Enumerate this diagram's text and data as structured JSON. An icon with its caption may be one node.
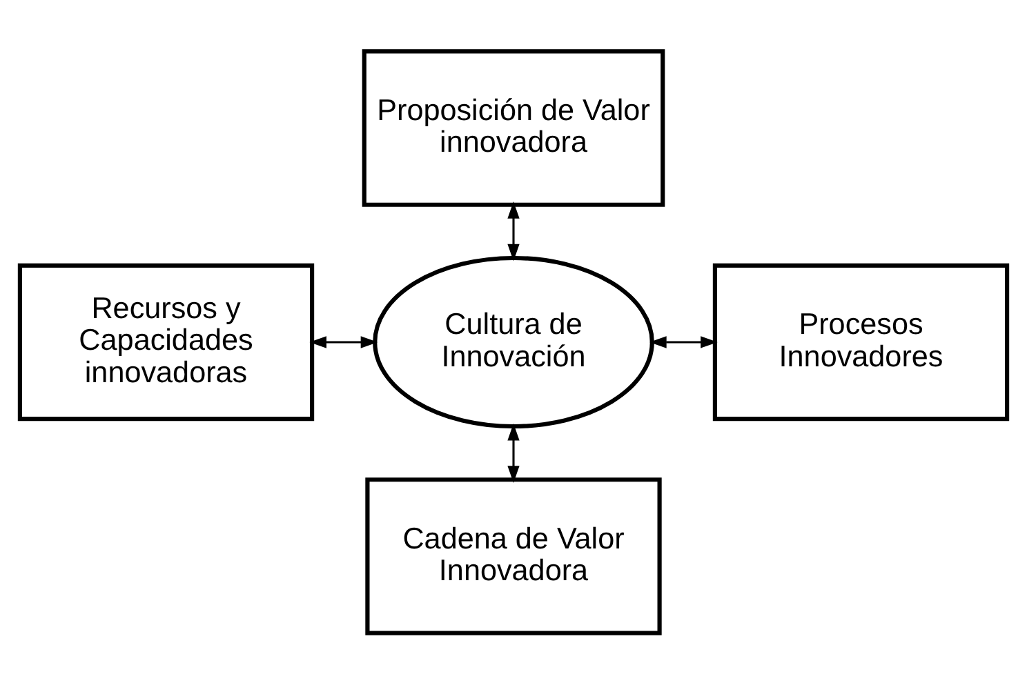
{
  "diagram": {
    "nodes": [
      {
        "text": [
          "Proposición de Valor innovadora"
        ]
      },
      {
        "text": [
          "Recursos y Capacidades innovadoras"
        ]
      },
      {
        "text": [
          "Cultura de Innovación"
        ]
      },
      {
        "text": [
          "Procesos Innovadores"
        ]
      },
      {
        "text": [
          "Cadena de Valor Innovadora"
        ]
      }
    ],
    "edges": [
      {
        "from": 0,
        "to": 2,
        "arrow": "both"
      },
      {
        "from": 1,
        "to": 2,
        "arrow": "both"
      },
      {
        "from": 2,
        "to": 3,
        "arrow": "both"
      },
      {
        "from": 2,
        "to": 4,
        "arrow": "both"
      }
    ]
  }
}
